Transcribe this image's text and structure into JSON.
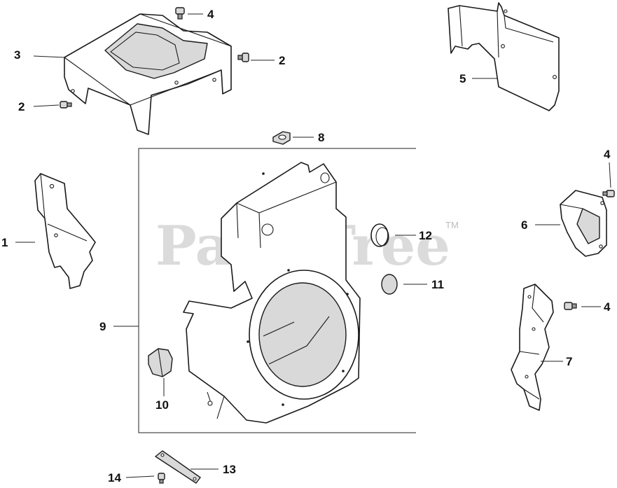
{
  "watermark": {
    "text": "PartsTree",
    "trademark": "TM"
  },
  "callouts": {
    "p1": "1",
    "p2a": "2",
    "p2b": "2",
    "p3": "3",
    "p4a": "4",
    "p4b": "4",
    "p4c": "4",
    "p5": "5",
    "p6": "6",
    "p7": "7",
    "p8": "8",
    "p9": "9",
    "p10": "10",
    "p11": "11",
    "p12": "12",
    "p13": "13",
    "p14": "14"
  }
}
